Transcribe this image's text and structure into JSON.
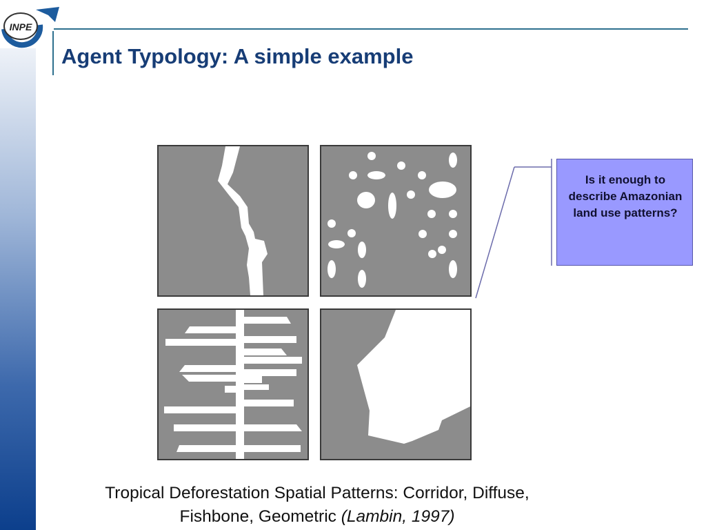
{
  "logo": {
    "text": "INPE",
    "icon": "inpe-logo-icon"
  },
  "title": "Agent Typology: A simple example",
  "callout": {
    "text": "Is it enough to describe Amazonian land use patterns?"
  },
  "caption": {
    "main": "Tropical Deforestation Spatial Patterns: Corridor, Diffuse, Fishbone, Geometric",
    "citation": "(Lambin, 1997)"
  },
  "colors": {
    "title": "#173d76",
    "forest": "#8c8c8c",
    "cleared": "#ffffff",
    "callout_fill": "#9999ff",
    "accent_rule": "#2d6f8e"
  },
  "icons": [
    "inpe-logo-icon"
  ]
}
